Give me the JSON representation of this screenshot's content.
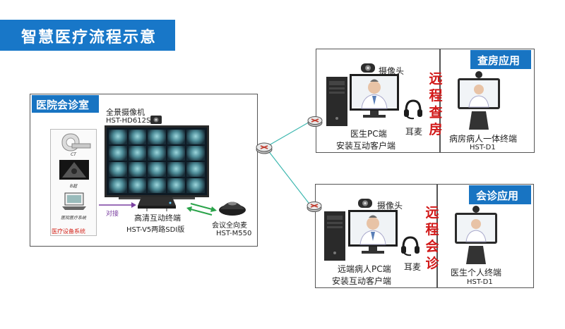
{
  "title": "智慧医疗流程示意",
  "hospital_room": {
    "label": "医院会诊室",
    "camera_name": "全景摄像机",
    "camera_model": "HST-HD612S",
    "equipment_labels": [
      "CT",
      "B超",
      "医院医疗系统"
    ],
    "equipment_system_label": "医疗设备系统",
    "connect_label": "对接",
    "terminal_name": "高清互动终端",
    "terminal_model": "HST-V5两路SDI版",
    "mic_name": "会议全向麦",
    "mic_model": "HST-M550"
  },
  "ward_round": {
    "label": "查房应用",
    "remote_label": "远程查房",
    "camera_label": "摄像头",
    "pc_name": "医生PC端",
    "pc_client": "安装互动客户端",
    "headset_label": "耳麦",
    "terminal_name": "病房病人一体终端",
    "terminal_model": "HST-D1"
  },
  "consultation": {
    "label": "会诊应用",
    "remote_label": "远程会诊",
    "camera_label": "摄像头",
    "pc_name": "远端病人PC端",
    "pc_client": "安装互动客户端",
    "headset_label": "耳麦",
    "terminal_name": "医生个人终端",
    "terminal_model": "HST-D1"
  },
  "colors": {
    "title_bg": "#1877c8",
    "label_bg": "#1874c2",
    "remote_text": "#d21a1a",
    "link_line": "#3fb8b0",
    "connect_arrow": "#7a3fa0",
    "data_arrow": "#2aa34a"
  },
  "icons": [
    "router-icon",
    "doctor-icon",
    "camera-icon",
    "headset-icon",
    "computer-icon",
    "terminal-icon",
    "microphone-icon",
    "tv-icon"
  ]
}
